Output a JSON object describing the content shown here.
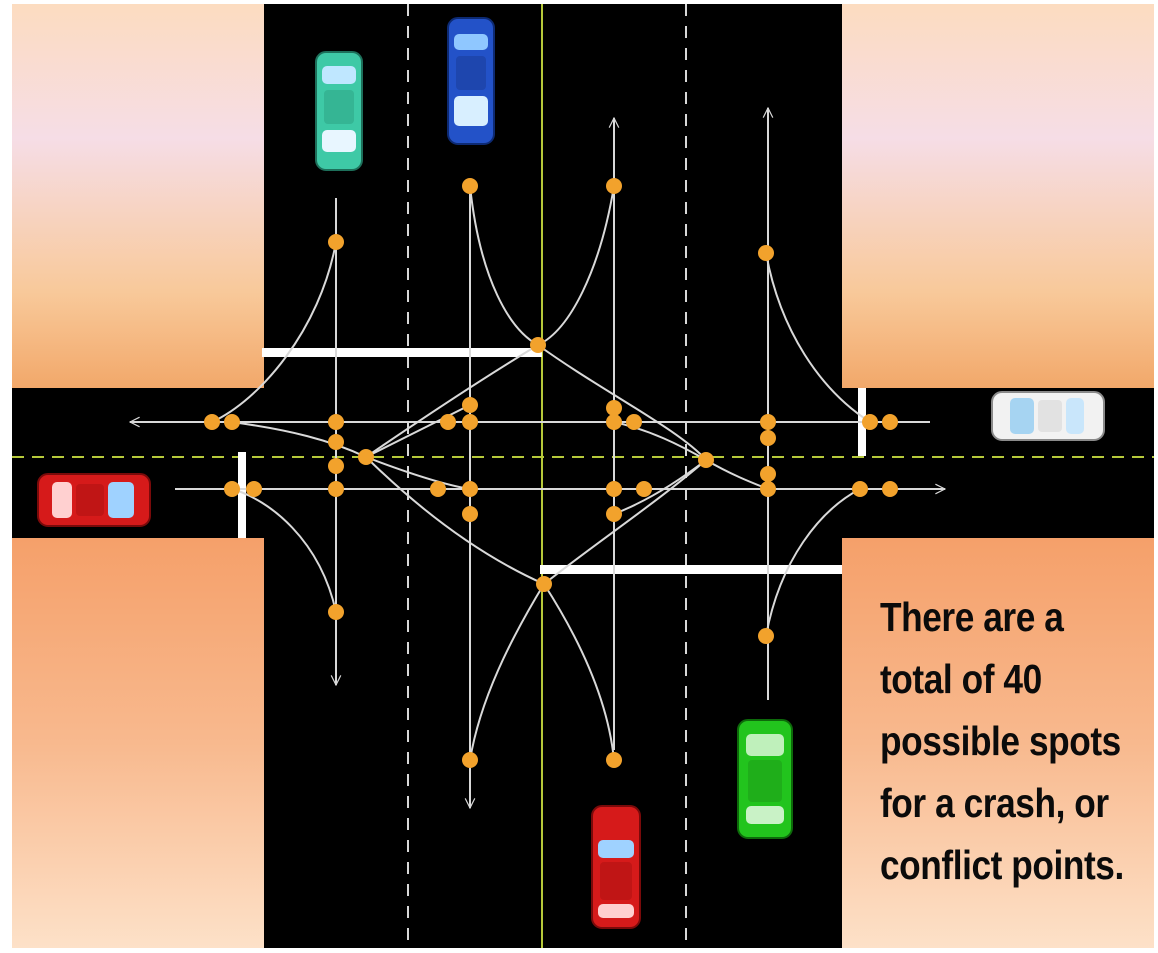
{
  "caption": {
    "lines": [
      "There are a",
      "total of 40",
      "possible spots",
      "for a crash, or",
      "conflict points."
    ]
  },
  "colors": {
    "road": "#000000",
    "conflict_point": "#f2a22c",
    "path_line": "#d9d9d9",
    "center_line": "#b6c93a",
    "stop_bar": "#ffffff"
  },
  "vehicles": [
    {
      "name": "teal-car",
      "color": "#3ec9a6"
    },
    {
      "name": "blue-car",
      "color": "#2352c8"
    },
    {
      "name": "white-car",
      "color": "#f2f2f2"
    },
    {
      "name": "red-car-west",
      "color": "#d61a1a"
    },
    {
      "name": "green-car",
      "color": "#22c41d"
    },
    {
      "name": "red-car-south",
      "color": "#d61a1a"
    }
  ]
}
